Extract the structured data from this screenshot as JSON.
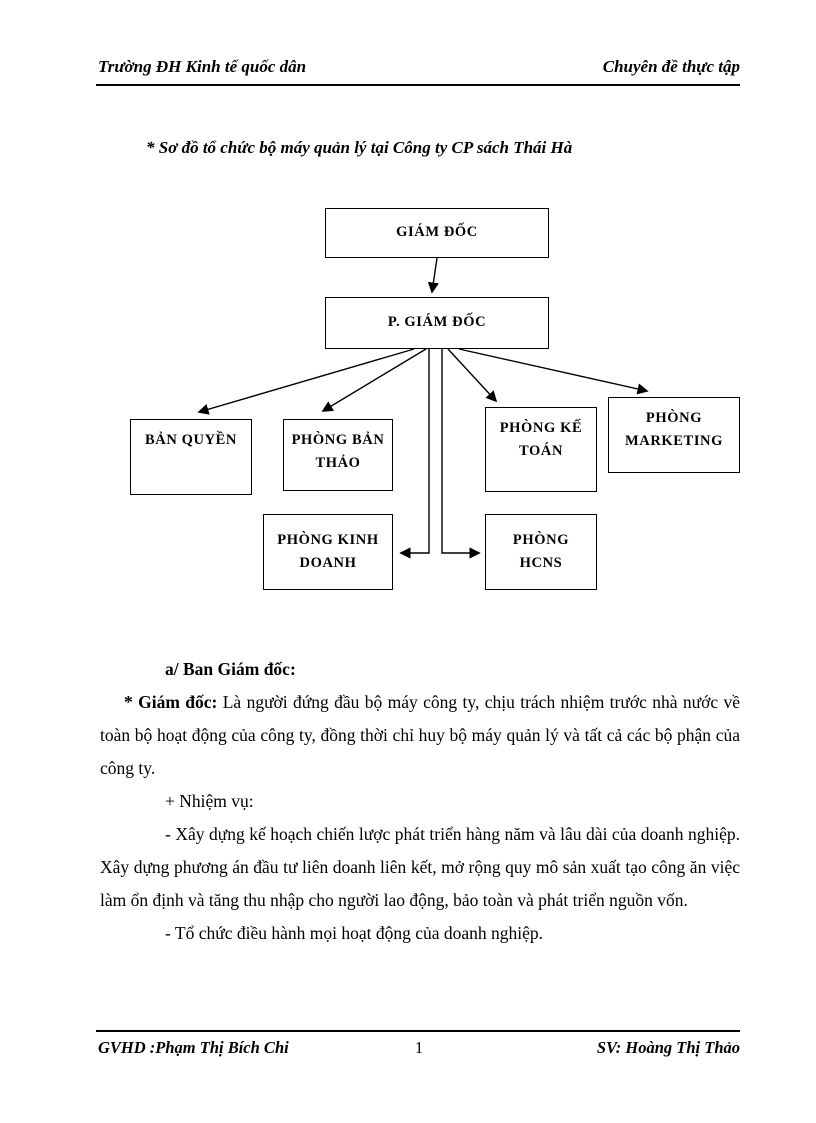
{
  "header": {
    "left": "Trường ĐH Kinh tế quốc dân",
    "right": "Chuyên đề thực tập"
  },
  "title": "* Sơ đồ tổ chức bộ máy quản lý tại Công ty CP sách Thái Hà",
  "org_chart": {
    "nodes": {
      "giam_doc": "GIÁM ĐỐC",
      "p_giam_doc": "P. GIÁM ĐỐC",
      "ban_quyen": "BẢN QUYỀN",
      "phong_ban_thao": "PHÒNG BẢN THẢO",
      "phong_ke_toan": "PHÒNG KẾ TOÁN",
      "phong_marketing": "PHÒNG MARKETING",
      "phong_kinh_doanh": "PHÒNG KINH DOANH",
      "phong_hcns": "PHÒNG HCNS"
    },
    "edges": [
      {
        "from": "giam_doc",
        "to": "p_giam_doc"
      },
      {
        "from": "p_giam_doc",
        "to": "ban_quyen"
      },
      {
        "from": "p_giam_doc",
        "to": "phong_ban_thao"
      },
      {
        "from": "p_giam_doc",
        "to": "phong_ke_toan"
      },
      {
        "from": "p_giam_doc",
        "to": "phong_marketing"
      },
      {
        "from": "p_giam_doc",
        "to": "phong_kinh_doanh"
      },
      {
        "from": "p_giam_doc",
        "to": "phong_hcns"
      }
    ]
  },
  "body": {
    "section_heading": "a/ Ban Giám đốc:",
    "para1_lead": "* Giám đốc:",
    "para1_rest": " Là người đứng đầu bộ máy công ty, chịu trách nhiệm trước nhà nước về toàn bộ hoạt động của công ty, đồng thời chỉ huy bộ máy quản lý và tất cả các bộ phận của công ty.",
    "tasks_label": "+ Nhiệm vụ:",
    "para2": "- Xây dựng kế hoạch chiến lược phát triển hàng năm và lâu dài của doanh nghiệp. Xây dựng phương án đầu tư liên doanh liên kết, mở rộng quy mô sản xuất tạo công ăn việc làm ổn định và tăng thu nhập cho người lao động, bảo toàn và phát triển nguồn vốn.",
    "para3": "- Tổ chức điều hành mọi hoạt động của doanh nghiệp."
  },
  "footer": {
    "left": "GVHD :Phạm Thị Bích Chi",
    "page_number": "1",
    "right": "SV: Hoàng Thị Thảo"
  }
}
